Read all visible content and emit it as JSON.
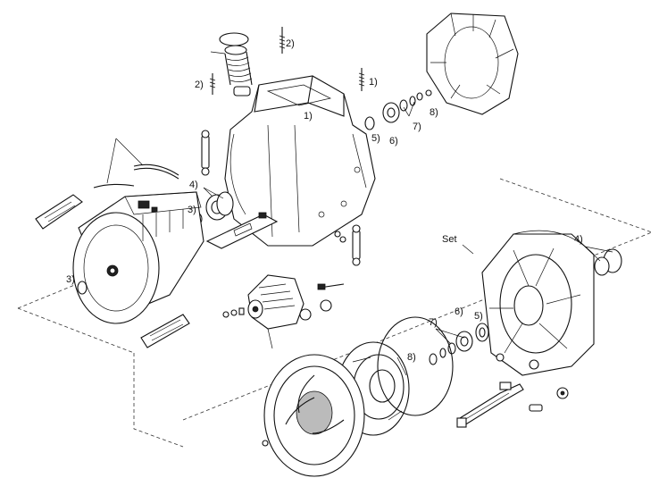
{
  "callouts": {
    "c1a": "1)",
    "c1b": "1)",
    "c2a": "2)",
    "c2b": "2)",
    "c3a": "3)",
    "c3b": "3)",
    "c4a": "4)",
    "c4b": "4)",
    "c5a": "5)",
    "c5b": "5)",
    "c6a": "6)",
    "c6b": "6)",
    "c7a": "7)",
    "c7b": "7)",
    "c8a": "8)",
    "c8b": "8)",
    "set": "Set"
  }
}
